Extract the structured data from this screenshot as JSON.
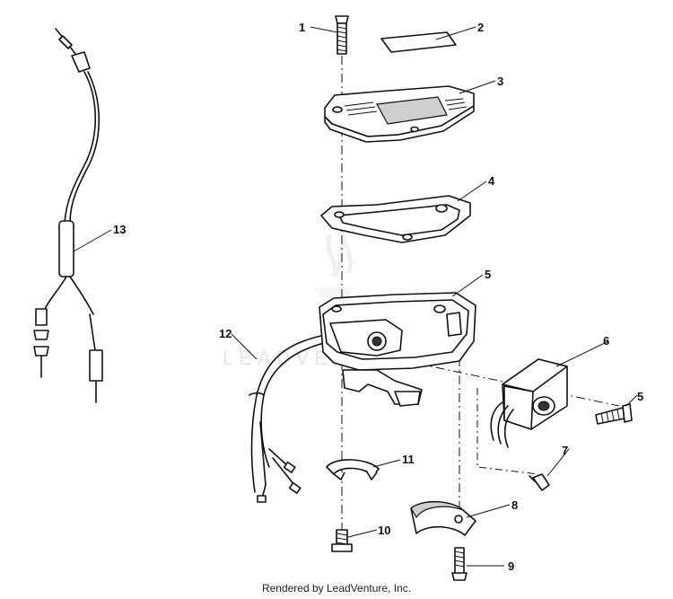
{
  "watermark": "LEADVENTURE",
  "footer": "Rendered by LeadVenture, Inc.",
  "callouts": [
    "1",
    "2",
    "3",
    "4",
    "5",
    "6",
    "5",
    "7",
    "8",
    "9",
    "10",
    "11",
    "12",
    "13"
  ]
}
